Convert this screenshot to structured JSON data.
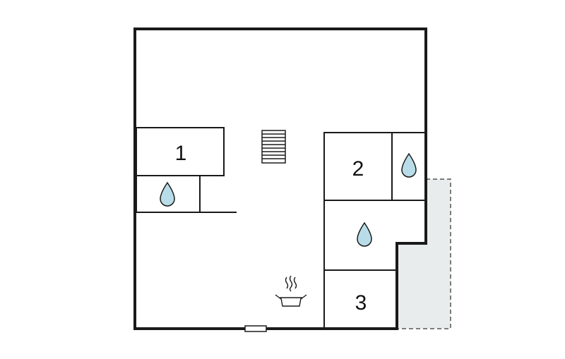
{
  "floorplan": {
    "rooms": [
      {
        "id": "bedroom-1",
        "label": "1"
      },
      {
        "id": "bedroom-2",
        "label": "2"
      },
      {
        "id": "bedroom-3",
        "label": "3"
      }
    ],
    "icons": {
      "bathroom": "water-drop-icon",
      "kitchen": "cooking-pot-icon",
      "stairs": "stairs-icon",
      "door": "door-icon"
    },
    "colors": {
      "wall": "#1a1a1a",
      "water_drop": "#b8dde8",
      "terrace_fill": "#e8eced",
      "terrace_border": "#555555"
    }
  }
}
